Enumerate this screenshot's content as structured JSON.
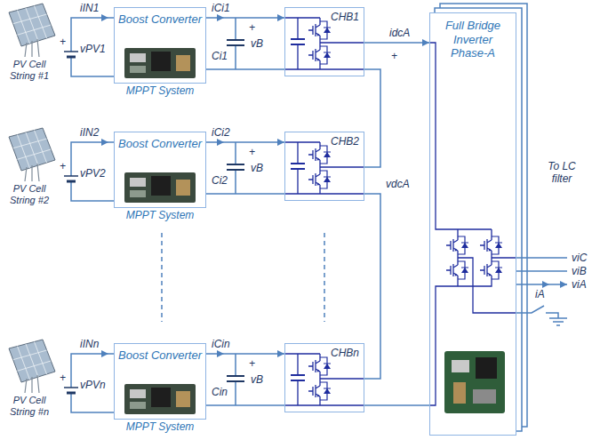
{
  "diagram": {
    "nodes": [
      {
        "text": [
          "Boost Converter",
          "MPPT System"
        ]
      },
      {
        "text": [
          "CHB1"
        ]
      },
      {
        "text": [
          "Full Bridge Inverter Phase-A"
        ]
      },
      {
        "text": [
          "Boost Converter",
          "MPPT System"
        ]
      },
      {
        "text": [
          "CHB2"
        ]
      },
      {
        "text": [
          "Boost Converter",
          "MPPT System"
        ]
      },
      {
        "text": [
          "CHBn"
        ]
      }
    ],
    "edges": [
      {
        "from": 0,
        "to": 1,
        "arrow": "to"
      },
      {
        "from": 3,
        "to": 4,
        "arrow": "to"
      },
      {
        "from": 5,
        "to": 6,
        "arrow": "to"
      },
      {
        "from": 1,
        "to": 2,
        "arrow": "to"
      },
      {
        "from": 1,
        "to": 4,
        "arrow": "none"
      },
      {
        "from": 4,
        "to": 6,
        "arrow": "none"
      },
      {
        "from": 6,
        "to": 2,
        "arrow": "none"
      }
    ],
    "labels": [
      "PV Cell String #1",
      "+",
      "iIN1",
      "vPV1",
      "iCi1",
      "+",
      "vB",
      "Ci1",
      "PV Cell String #2",
      "+",
      "iIN2",
      "vPV2",
      "iCi2",
      "+",
      "vB",
      "Ci2",
      "PV Cell String #n",
      "+",
      "iINn",
      "vPVn",
      "iCin",
      "+",
      "vB",
      "Cin",
      "idcA",
      "+",
      "vdcA",
      "To LC filter",
      "viC",
      "viB",
      "viA",
      "iA"
    ]
  }
}
